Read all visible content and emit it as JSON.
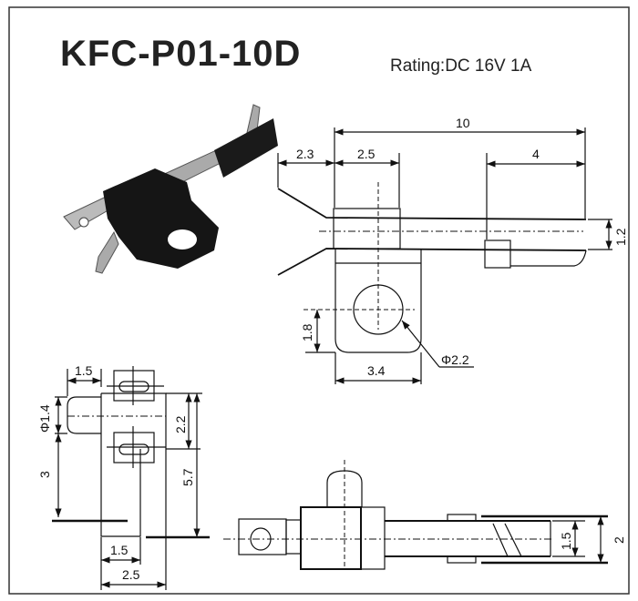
{
  "title": "KFC-P01-10D",
  "rating": "Rating:DC 16V 1A",
  "side_view": {
    "d_total": "10",
    "d_lead": "2.3",
    "d_block": "2.5",
    "d_tip": "4",
    "d_thick": "1.2",
    "d_hole_pos": "1.8",
    "d_tab_width": "3.4",
    "d_hole_dia": "Φ2.2"
  },
  "end_view": {
    "d_offset": "1.5",
    "d_pin_dia": "Φ1.4",
    "d_pin_height": "3",
    "d_slot_pitch": "2.2",
    "d_total_height": "5.7",
    "d_leg_width": "1.5",
    "d_body_width": "2.5"
  },
  "top_view": {
    "d_inner": "1.5",
    "d_outer": "2"
  }
}
